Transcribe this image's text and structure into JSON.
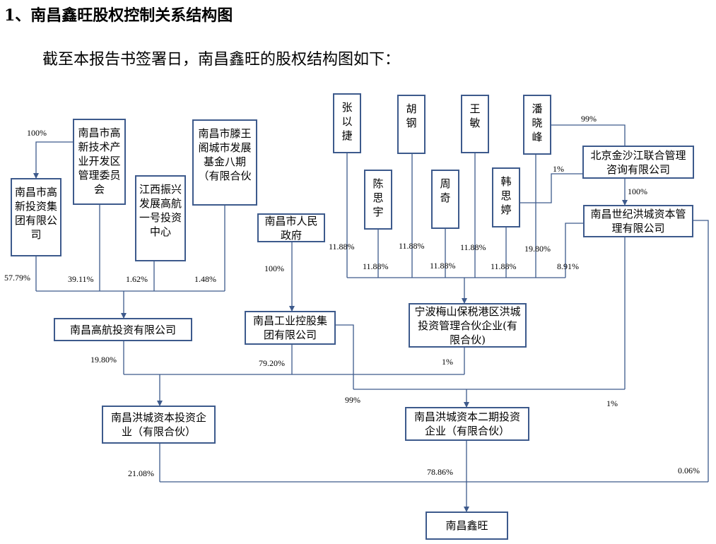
{
  "heading": "1、南昌鑫旺股权控制关系结构图",
  "intro": "截至本报告书签署日，南昌鑫旺的股权结构图如下：",
  "entities": {
    "gaoxin_weiyuanhui": "南昌市高新技术产业开发区管理委员会",
    "gaoxin_touzi": "南昌市高新投资集团有限公司",
    "jiangxi_zhenxing": "江西振兴发展高航一号投资中心",
    "tengwangge": "南昌市滕王阁城市发展基金八期（有限合伙",
    "renmin_zhengfu": "南昌市人民政府",
    "gaohang": "南昌高航投资有限公司",
    "gongye_konggu": "南昌工业控股集团有限公司",
    "zhang_yijie": "张以捷",
    "chen_siyu": "陈思宇",
    "hu_gang": "胡钢",
    "zhou_qi": "周奇",
    "wang_min": "王敏",
    "han_siting": "韩思婷",
    "pan_xiaofeng": "潘晓峰",
    "jinshajiang": "北京金沙江联合管理咨询有限公司",
    "shiji_hongcheng": "南昌世纪洪城资本管理有限公司",
    "ningbo_meishan": "宁波梅山保税港区洪城投资管理合伙企业(有限合伙)",
    "hongcheng_touzi": "南昌洪城资本投资企业（有限合伙）",
    "hongcheng_erqi": "南昌洪城资本二期投资企业（有限合伙）",
    "xinwang": "南昌鑫旺"
  },
  "percents": {
    "weiyuanhui_to_gaoxin": "100%",
    "gaoxin_to_gaohang": "57.79%",
    "weiyuanhui_to_gaohang": "39.11%",
    "zhenxing_to_gaohang": "1.62%",
    "tengwangge_to_gaohang": "1.48%",
    "zhengfu_to_gongye": "100%",
    "zhang_to_ningbo": "11.88%",
    "chen_to_ningbo": "11.88%",
    "hu_to_ningbo": "11.88%",
    "zhou_to_ningbo": "11.88%",
    "wang_to_ningbo": "11.88%",
    "han_to_ningbo": "11.88%",
    "pan_to_ningbo": "19.80%",
    "shiji_to_ningbo": "8.91%",
    "pan_to_jinshajiang": "99%",
    "han_to_jinshajiang": "1%",
    "jinshajiang_to_shiji": "100%",
    "gaohang_to_hongcheng": "19.80%",
    "gongye_to_hongcheng": "79.20%",
    "ningbo_to_hongcheng": "1%",
    "gongye_to_erqi": "99%",
    "shiji_to_erqi": "1%",
    "hongcheng_to_xinwang": "21.08%",
    "erqi_to_xinwang": "78.86%",
    "shiji_to_xinwang": "0.06%"
  },
  "colors": {
    "box_border": "#3d5a8c",
    "line": "#3d5a8c"
  }
}
